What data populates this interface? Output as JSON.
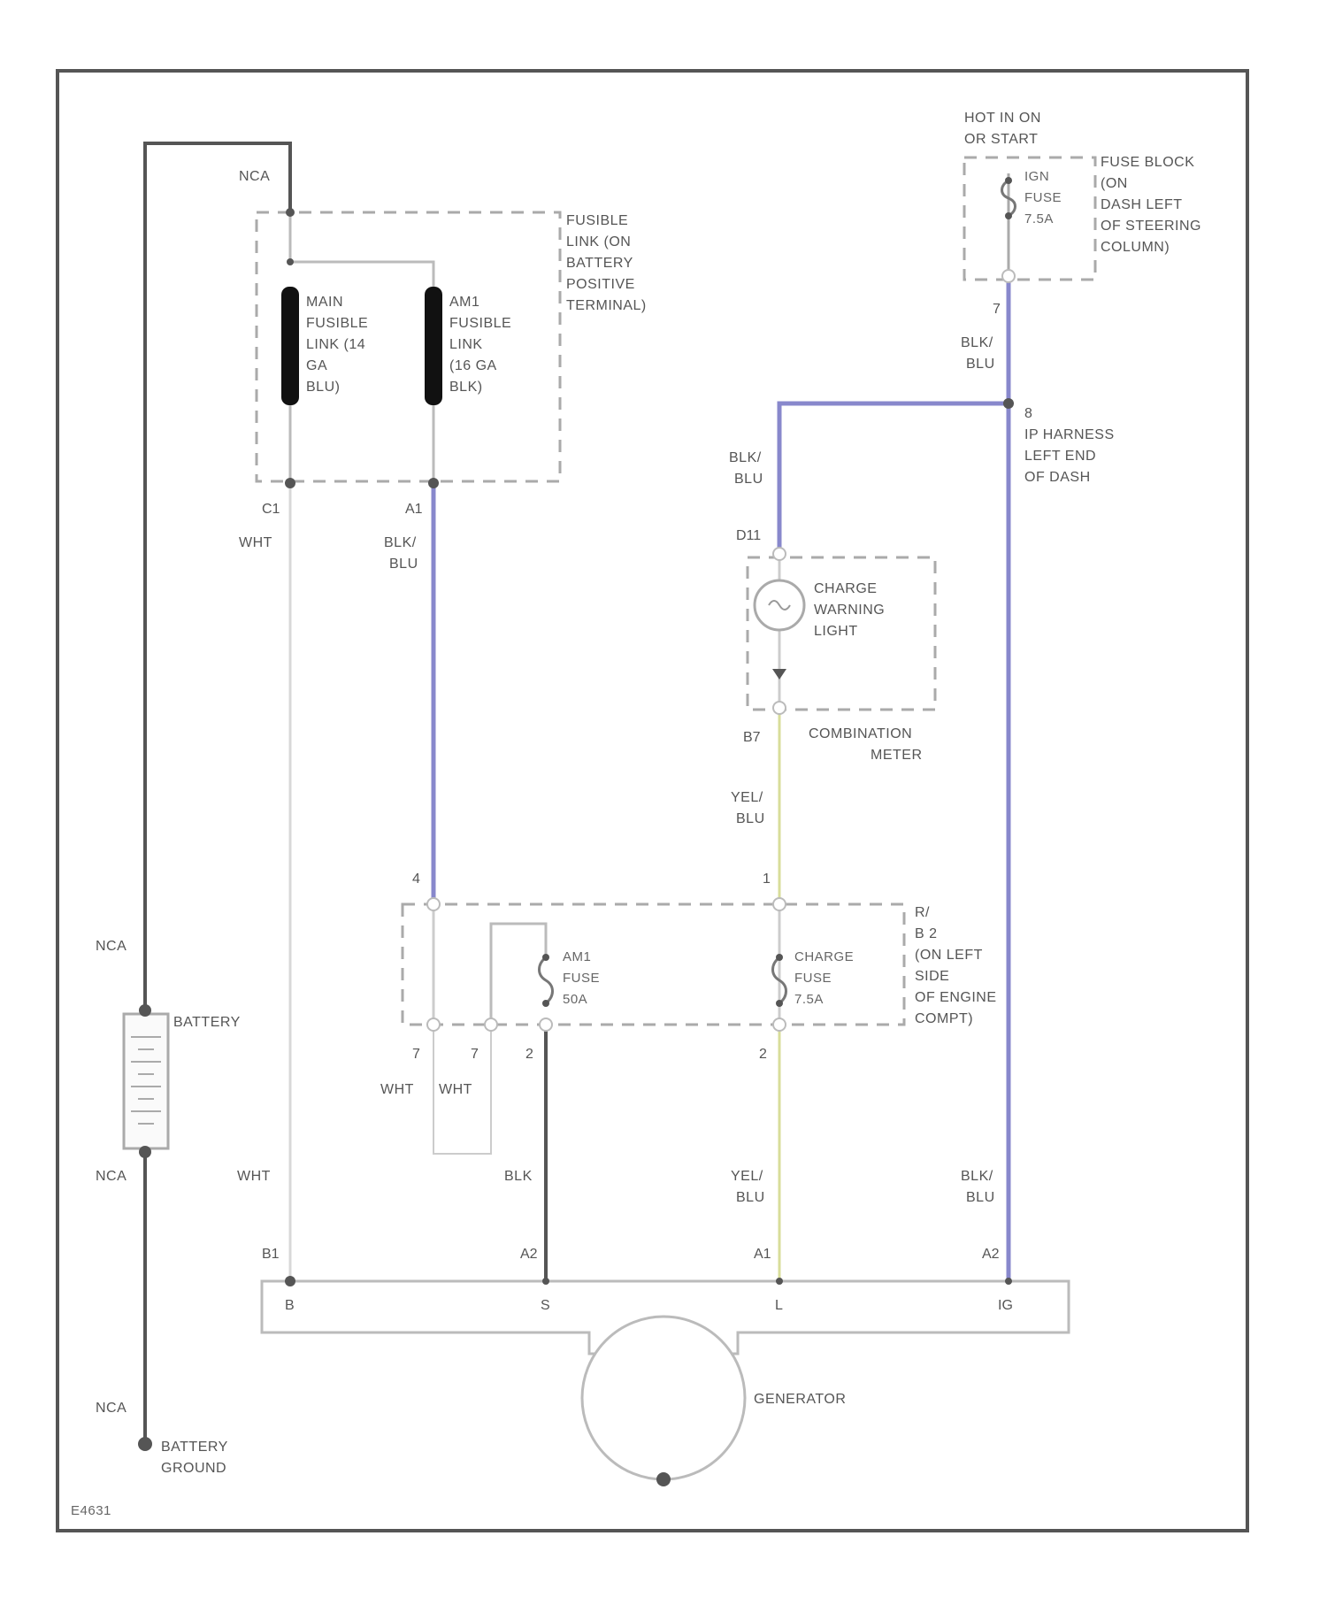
{
  "figure_id": "E4631",
  "colors": {
    "frame": "#555555",
    "wire_black": "#555555",
    "wire_white": "#d8d8d8",
    "wire_blue": "#8888cc",
    "wire_yellow": "#d8dd9a",
    "dashed_box": "#aaaaaa",
    "text": "#555555"
  },
  "components": {
    "hot_in_on": [
      "HOT IN ON",
      "OR START"
    ],
    "fuse_block": [
      "FUSE BLOCK",
      "(ON",
      "DASH LEFT",
      "OF STEERING",
      "COLUMN)"
    ],
    "ign_fuse": [
      "IGN",
      "FUSE",
      "7.5A"
    ],
    "fusible_link": [
      "FUSIBLE",
      "LINK (ON",
      "BATTERY",
      "POSITIVE",
      "TERMINAL)"
    ],
    "main_fusible_link": [
      "MAIN",
      "FUSIBLE",
      "LINK (14",
      "GA",
      "BLU)"
    ],
    "am1_fusible_link": [
      "AM1",
      "FUSIBLE",
      "LINK",
      "(16 GA",
      "BLK)"
    ],
    "ip_harness": [
      "IP HARNESS",
      "LEFT END",
      "OF DASH"
    ],
    "charge_warning_light": [
      "CHARGE",
      "WARNING",
      "LIGHT"
    ],
    "combination_meter": [
      "COMBINATION",
      "METER"
    ],
    "am1_fuse": [
      "AM1",
      "FUSE",
      "50A"
    ],
    "charge_fuse": [
      "CHARGE",
      "FUSE",
      "7.5A"
    ],
    "rb2": [
      "R/",
      "B 2",
      "(ON LEFT",
      "SIDE",
      "OF ENGINE",
      "COMPT)"
    ],
    "battery": "BATTERY",
    "battery_ground": [
      "BATTERY",
      "GROUND"
    ],
    "generator": "GENERATOR"
  },
  "wires": {
    "nca_top": "NCA",
    "nca_battery_top": "NCA",
    "nca_battery_bottom": "NCA",
    "nca_ground": "NCA",
    "wht_c1": "WHT",
    "wht_gen": "WHT",
    "wht_a": "WHT",
    "wht_b": "WHT",
    "blk": "BLK",
    "blk_blu_a1": [
      "BLK/",
      "BLU"
    ],
    "blk_blu_fuse": [
      "BLK/",
      "BLU"
    ],
    "blk_blu_meter": [
      "BLK/",
      "BLU"
    ],
    "blk_blu_gen": [
      "BLK/",
      "BLU"
    ],
    "yel_blu_meter": [
      "YEL/",
      "BLU"
    ],
    "yel_blu_gen": [
      "YEL/",
      "BLU"
    ]
  },
  "pins": {
    "c1": "C1",
    "a1": "A1",
    "fuse_out": "7",
    "junction_8": "8",
    "d11": "D11",
    "b7": "B7",
    "rb_4": "4",
    "rb_1": "1",
    "rb_7a": "7",
    "rb_7b": "7",
    "rb_2a": "2",
    "rb_2b": "2",
    "gen_b1": "B1",
    "gen_a2a": "A2",
    "gen_a1": "A1",
    "gen_a2b": "A2",
    "gen_b": "B",
    "gen_s": "S",
    "gen_l": "L",
    "gen_ig": "IG"
  }
}
